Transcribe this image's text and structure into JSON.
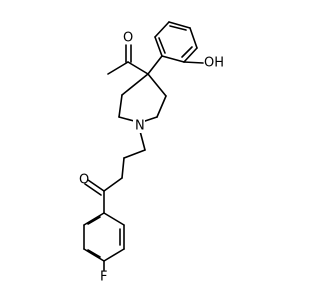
{
  "atoms": {
    "oxygen_ketone_top": "O",
    "oxygen_hydroxyl": "OH",
    "nitrogen": "N",
    "oxygen_ketone_bottom": "O",
    "fluorine": "F"
  }
}
